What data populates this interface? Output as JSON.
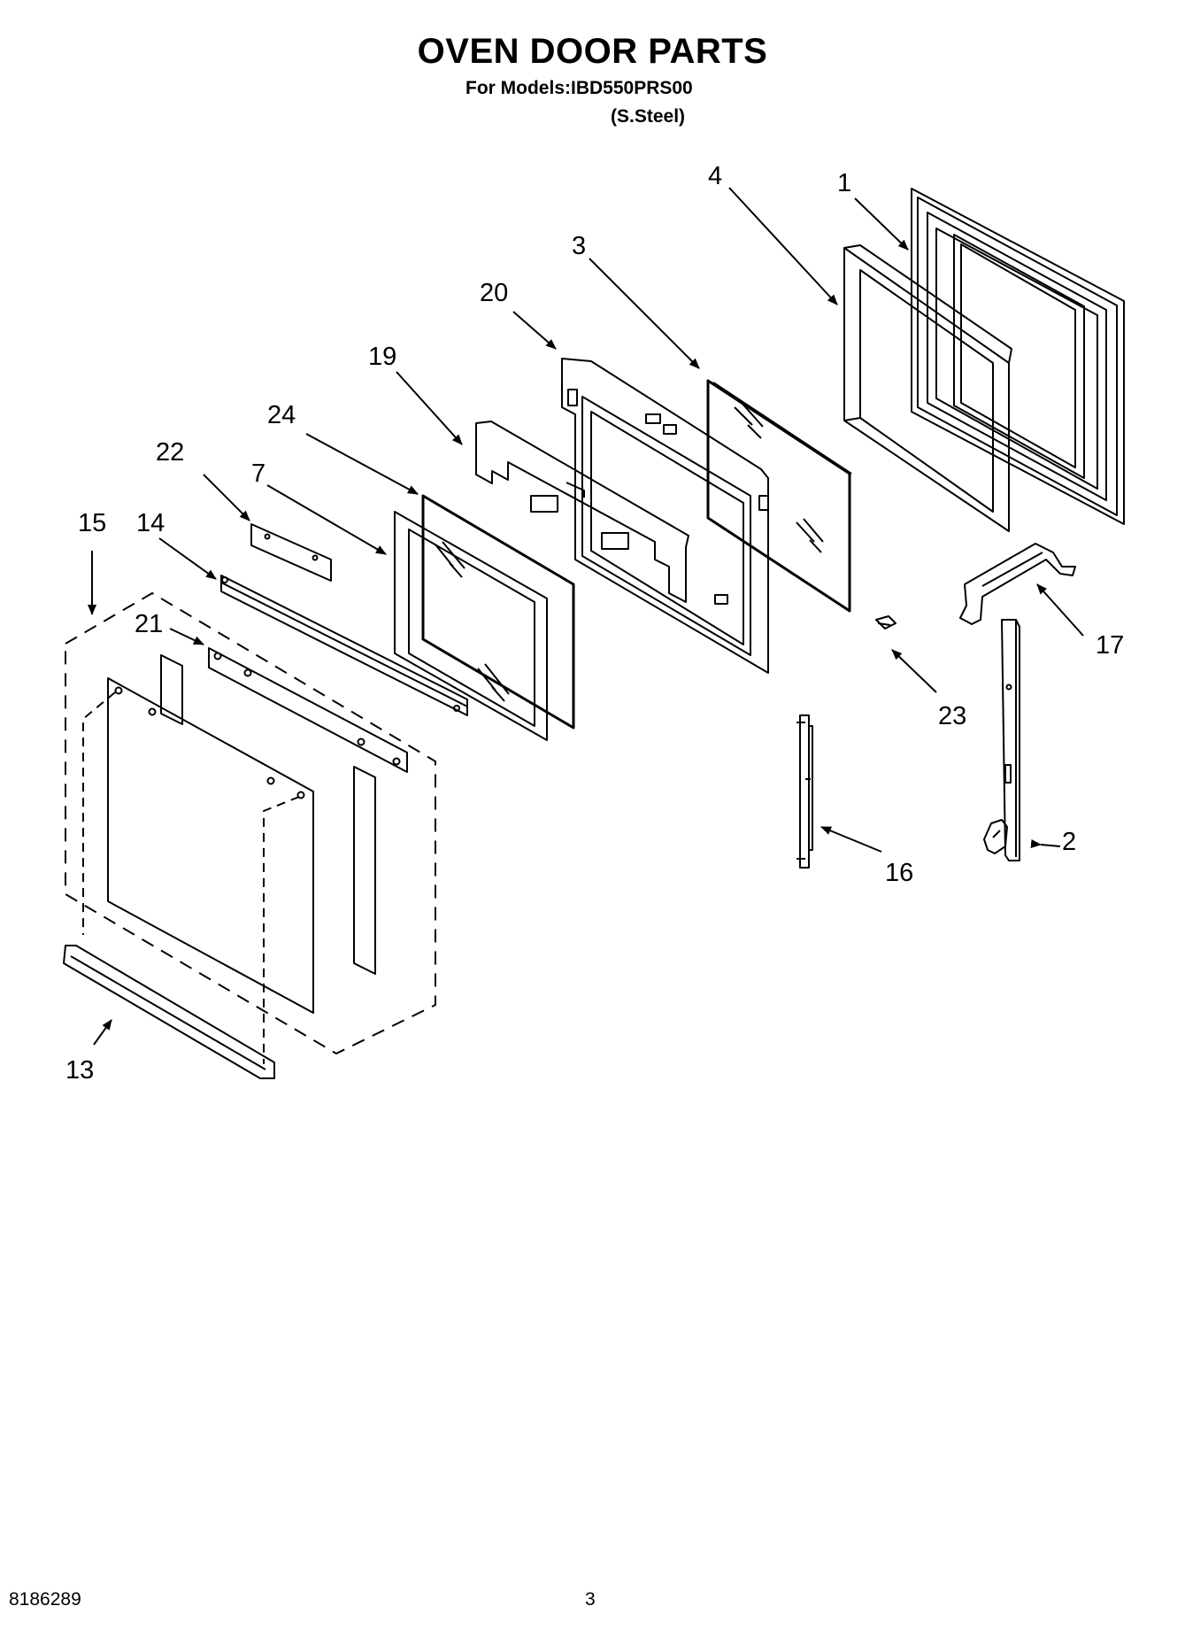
{
  "header": {
    "title": "OVEN DOOR PARTS",
    "models_line": "For Models:IBD550PRS00",
    "finish_line": "(S.Steel)"
  },
  "footer": {
    "doc_number": "8186289",
    "page_number": "3"
  },
  "callouts": {
    "p1": "1",
    "p2": "2",
    "p3": "3",
    "p4": "4",
    "p7": "7",
    "p13": "13",
    "p14": "14",
    "p15": "15",
    "p16": "16",
    "p17": "17",
    "p19": "19",
    "p20": "20",
    "p21": "21",
    "p22": "22",
    "p23": "23",
    "p24": "24"
  }
}
